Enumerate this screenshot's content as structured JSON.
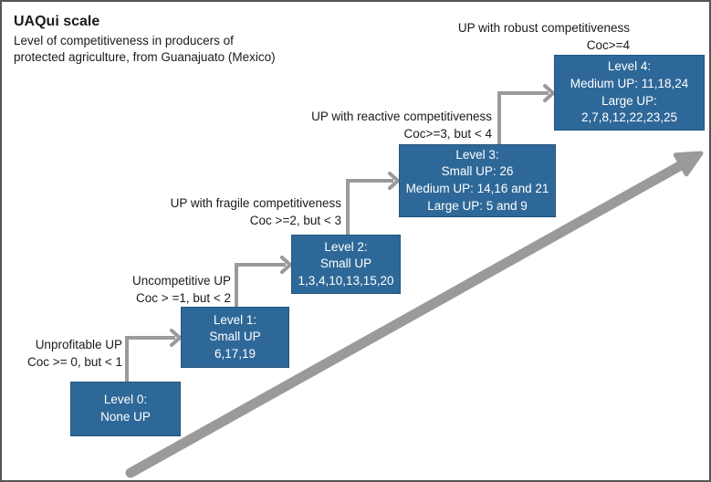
{
  "header": {
    "title": "UAQui scale",
    "subtitle_line1": "Level of competitiveness in producers of",
    "subtitle_line2": "protected agriculture, from Guanajuato (Mexico)"
  },
  "colors": {
    "box_fill": "#2E6898",
    "box_border": "#24567E",
    "box_text": "#FFFFFF",
    "arrow_gray": "#9A9A9A",
    "label_text": "#1A1A1A",
    "frame_border": "#555555",
    "background": "#FFFFFF"
  },
  "stage_labels": [
    {
      "condition_name": "Unprofitable UP",
      "condition_range": "Coc >= 0, but < 1"
    },
    {
      "condition_name": "Uncompetitive UP",
      "condition_range": "Coc > =1, but < 2"
    },
    {
      "condition_name": "UP with fragile competitiveness",
      "condition_range": "Coc >=2, but < 3"
    },
    {
      "condition_name": "UP with reactive competitiveness",
      "condition_range": "Coc>=3, but < 4"
    },
    {
      "condition_name": "UP with robust competitiveness",
      "condition_range": "Coc>=4"
    }
  ],
  "levels": [
    {
      "id": "level-0",
      "lines": [
        "Level 0:",
        "None UP"
      ]
    },
    {
      "id": "level-1",
      "lines": [
        "Level 1:",
        "Small UP",
        "6,17,19"
      ]
    },
    {
      "id": "level-2",
      "lines": [
        "Level 2:",
        "Small UP",
        "1,3,4,10,13,15,20"
      ]
    },
    {
      "id": "level-3",
      "lines": [
        "Level 3:",
        "Small UP: 26",
        "Medium UP: 14,16 and 21",
        "Large UP: 5 and 9"
      ]
    },
    {
      "id": "level-4",
      "lines": [
        "Level 4:",
        "Medium UP: 11,18,24",
        "Large UP:",
        "2,7,8,12,22,23,25"
      ]
    }
  ]
}
